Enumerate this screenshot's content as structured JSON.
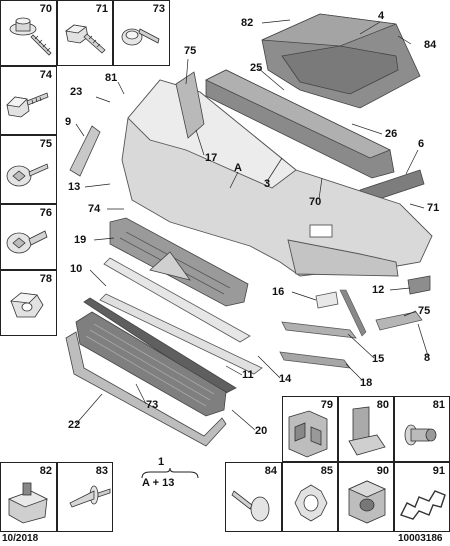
{
  "diagram": {
    "date_code": "10/2018",
    "ref_code": "10003186",
    "equation": {
      "top": "1",
      "bottom": "A + 13"
    },
    "left_cells": [
      "70",
      "71",
      "73",
      "74",
      "75",
      "76",
      "78"
    ],
    "bottom_left_cells": [
      "82",
      "83"
    ],
    "bottom_right_top_cells": [
      "79",
      "80",
      "81"
    ],
    "bottom_right_cells": [
      "84",
      "85",
      "90",
      "91"
    ],
    "callouts": [
      "82",
      "4",
      "84",
      "75",
      "25",
      "81",
      "23",
      "9",
      "26",
      "17",
      "6",
      "A",
      "3",
      "13",
      "74",
      "70",
      "71",
      "19",
      "10",
      "16",
      "12",
      "75",
      "15",
      "8",
      "18",
      "11",
      "14",
      "22",
      "73",
      "20"
    ]
  }
}
